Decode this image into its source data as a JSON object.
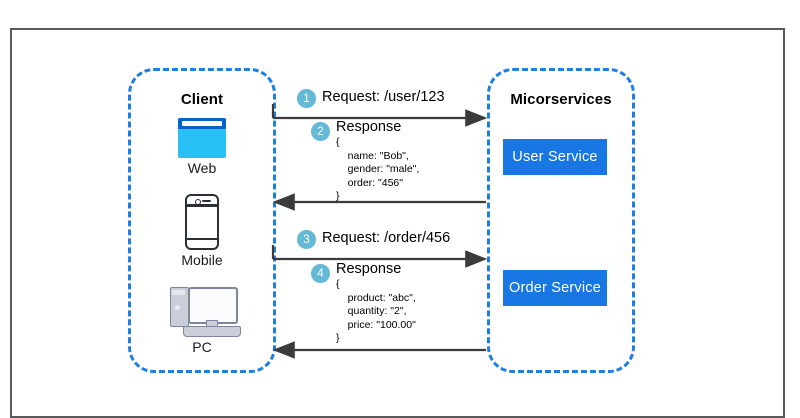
{
  "diagram": {
    "client": {
      "title": "Client",
      "items": [
        {
          "label": "Web",
          "icon": "web-browser-icon"
        },
        {
          "label": "Mobile",
          "icon": "mobile-phone-icon"
        },
        {
          "label": "PC",
          "icon": "desktop-computer-icon"
        }
      ]
    },
    "services": {
      "title": "Micorservices",
      "boxes": [
        {
          "label": "User Service"
        },
        {
          "label": "Order Service"
        }
      ]
    },
    "messages": [
      {
        "number": "1",
        "title": "Request: /user/123",
        "direction": "right",
        "body": null
      },
      {
        "number": "2",
        "title": "Response",
        "direction": "left",
        "body": "{\n    name: \"Bob\",\n    gender: \"male\",\n    order: \"456\"\n}"
      },
      {
        "number": "3",
        "title": "Request: /order/456",
        "direction": "right",
        "body": null
      },
      {
        "number": "4",
        "title": "Response",
        "direction": "left",
        "body": "{\n    product: \"abc\",\n    quantity: \"2\",\n    price: \"100.00\"\n}"
      }
    ],
    "colors": {
      "dashed_border": "#1f7fe0",
      "service_box": "#1877e3",
      "badge": "#63b9d6",
      "arrow": "#3b3b3b",
      "frame": "#58595b",
      "web_icon_body": "#29c0f6",
      "web_icon_bar": "#0b63c5"
    }
  }
}
